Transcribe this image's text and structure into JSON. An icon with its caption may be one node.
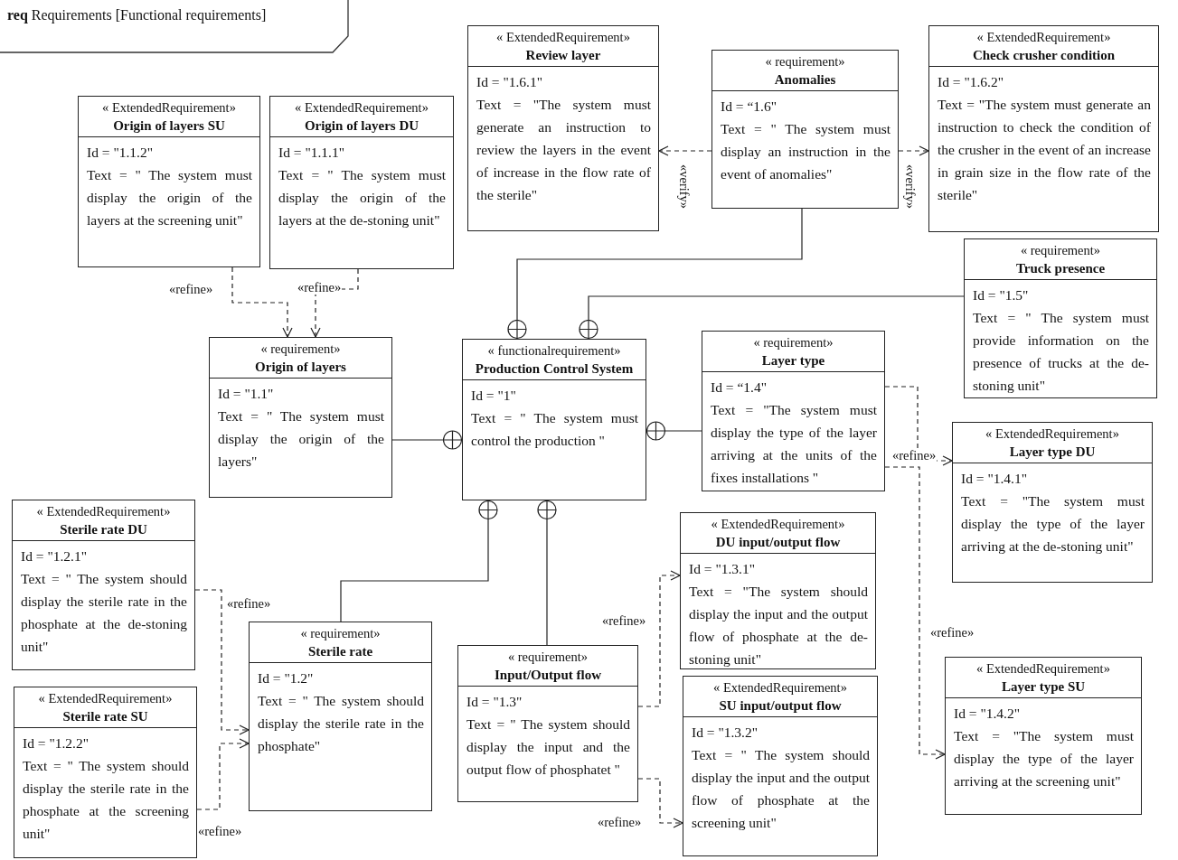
{
  "diagram": {
    "title": "**req** Requirements  [Functional requirements]",
    "nodes": [
      {
        "text": [
          "« ExtendedRequirement»",
          "Origin of layers SU",
          "Id =  \"1.1.2\"",
          "Text = \" The system must display the origin of the layers at the screening unit\""
        ]
      },
      {
        "text": [
          "« ExtendedRequirement»",
          "Origin of layers DU",
          "Id =  \"1.1.1\"",
          "Text = \" The system must display the origin of the layers at the de-stoning unit\""
        ]
      },
      {
        "text": [
          "« ExtendedRequirement»",
          "Review layer",
          "Id =  \"1.6.1\"",
          "Text = \"The system must generate an instruction to review the layers in the event of increase in the flow rate of the sterile\""
        ]
      },
      {
        "text": [
          "« requirement»",
          "Anomalies",
          "Id =  “1.6\"",
          "Text =  \" The system must display an instruction in the event of anomalies\""
        ]
      },
      {
        "text": [
          "« ExtendedRequirement»",
          "Check crusher condition",
          "Id =  \"1.6.2\"",
          "Text = \"The system must generate an instruction to check the condition of the crusher in the event of an increase in grain size in the flow rate of the sterile\""
        ]
      },
      {
        "text": [
          "« requirement»",
          "Truck presence",
          "Id =  \"1.5\"",
          "Text =  \" The system must provide information on the presence of trucks at the de-stoning unit\""
        ]
      },
      {
        "text": [
          "« requirement»",
          "Origin of layers",
          "Id =  \"1.1\"",
          "Text = \" The system must display the origin of the layers\""
        ]
      },
      {
        "text": [
          "« functionalrequirement»",
          "Production Control System",
          "Id =  \"1\"",
          "Text =   \" The system must control the production \""
        ]
      },
      {
        "text": [
          "« requirement»",
          "Layer type",
          "Id =  “1.4\"",
          "Text =  \"The system must display the type of the layer arriving at the units of the fixes installations  \""
        ]
      },
      {
        "text": [
          "« ExtendedRequirement»",
          "Layer type DU",
          "Id =  \"1.4.1\"",
          "Text = \"The system must display the type of the layer arriving at the de-stoning unit\""
        ]
      },
      {
        "text": [
          "« ExtendedRequirement»",
          "Sterile rate DU",
          "Id =  \"1.2.1\"",
          "Text = \" The system should display the sterile rate in the phosphate at the de-stoning unit\""
        ]
      },
      {
        "text": [
          "« requirement»",
          "Sterile rate",
          "Id =  \"1.2\"",
          "Text =  \" The system should display the sterile rate in the phosphate\""
        ]
      },
      {
        "text": [
          "« ExtendedRequirement»",
          "Sterile rate SU",
          "Id =  \"1.2.2\"",
          "Text = \" The system should display the sterile rate in the phosphate at the screening unit\""
        ]
      },
      {
        "text": [
          "« ExtendedRequirement»",
          "DU input/output flow",
          "Id =  \"1.3.1\"",
          "Text = \"The system should display the input and the output flow of phosphate at the de-stoning unit\""
        ]
      },
      {
        "text": [
          "« requirement»",
          "Input/Output flow",
          "Id =  \"1.3\"",
          "Text =  \" The system should display the input and the output flow of phosphatet \""
        ]
      },
      {
        "text": [
          "« ExtendedRequirement»",
          "SU input/output flow",
          "Id =  \"1.3.2\"",
          "Text = \" The system should display the input and the output flow of phosphate at the screening unit\""
        ]
      },
      {
        "text": [
          "« ExtendedRequirement»",
          "Layer type SU",
          "Id =  \"1.4.2\"",
          "Text = \"The system must display the type of the layer arriving at the screening unit\""
        ]
      }
    ],
    "edges": [
      {
        "from": 0,
        "to": 6,
        "arrow": "to",
        "style": "dashed",
        "label": "«refine»"
      },
      {
        "from": 1,
        "to": 6,
        "arrow": "to",
        "style": "dashed",
        "label": "«refine»"
      },
      {
        "from": 3,
        "to": 2,
        "arrow": "to",
        "style": "dashed",
        "label": "«verify»"
      },
      {
        "from": 3,
        "to": 4,
        "arrow": "to",
        "style": "dashed",
        "label": "«verify»"
      },
      {
        "from": 3,
        "to": 7,
        "arrow": "other"
      },
      {
        "from": 5,
        "to": 7,
        "arrow": "other"
      },
      {
        "from": 6,
        "to": 7,
        "arrow": "other"
      },
      {
        "from": 8,
        "to": 7,
        "arrow": "other"
      },
      {
        "from": 8,
        "to": 9,
        "arrow": "to",
        "style": "dashed",
        "label": "«refine»"
      },
      {
        "from": 8,
        "to": 16,
        "arrow": "to",
        "style": "dashed",
        "label": "«refine»"
      },
      {
        "from": 11,
        "to": 7,
        "arrow": "other"
      },
      {
        "from": 14,
        "to": 7,
        "arrow": "other"
      },
      {
        "from": 10,
        "to": 11,
        "arrow": "to",
        "style": "dashed",
        "label": "«refine»"
      },
      {
        "from": 12,
        "to": 11,
        "arrow": "to",
        "style": "dashed",
        "label": "«refine»"
      },
      {
        "from": 14,
        "to": 13,
        "arrow": "to",
        "style": "dashed",
        "label": "«refine»"
      },
      {
        "from": 14,
        "to": 15,
        "arrow": "to",
        "style": "dashed",
        "label": "«refine»"
      }
    ]
  }
}
